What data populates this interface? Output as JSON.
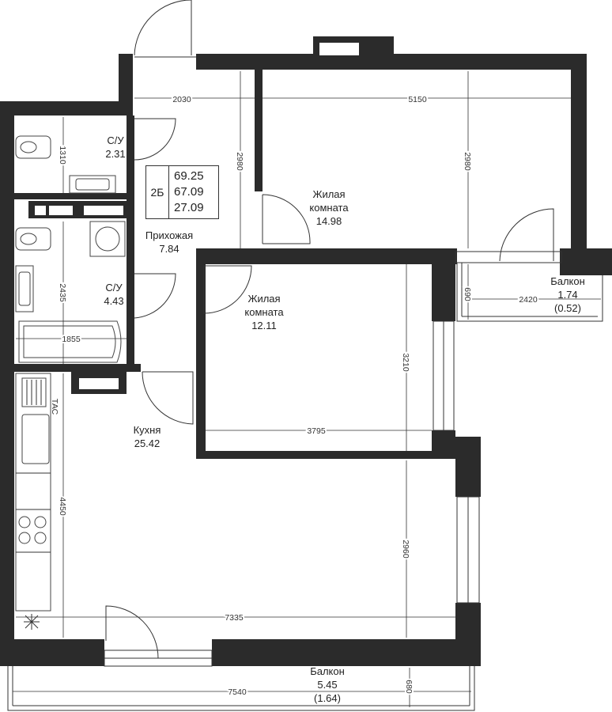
{
  "apartment": {
    "code": "2Б",
    "total_area": "69.25",
    "living_total": "67.09",
    "living_area": "27.09"
  },
  "rooms": [
    {
      "name": "С/У",
      "area": "2.31"
    },
    {
      "name": "Прихожая",
      "area": "7.84"
    },
    {
      "name": "С/У",
      "area": "4.43"
    },
    {
      "name": "Жилая\nкомната",
      "name_l1": "Жилая",
      "name_l2": "комната",
      "area": "14.98"
    },
    {
      "name_l1": "Жилая",
      "name_l2": "комната",
      "area": "12.11"
    },
    {
      "name": "Кухня",
      "area": "25.42"
    },
    {
      "name": "Балкон",
      "area": "1.74",
      "area_reduced": "(0.52)"
    },
    {
      "name": "Балкон",
      "area": "5.45",
      "area_reduced": "(1.64)"
    }
  ],
  "dimensions": {
    "hall_width": "2030",
    "room1_width": "5150",
    "hall_height": "2980",
    "room1_height": "2980",
    "bath1_height": "1310",
    "bath2_height": "2435",
    "bath2_width": "1855",
    "room2_height": "3210",
    "room2_width": "3795",
    "kitchen_height": "4450",
    "living_height": "2960",
    "kitchen_width": "7335",
    "balcony1_width": "2420",
    "balcony1_depth": "690",
    "balcony2_width": "7540",
    "balcony2_depth": "680"
  },
  "labels": {
    "tac": "ТАС"
  }
}
